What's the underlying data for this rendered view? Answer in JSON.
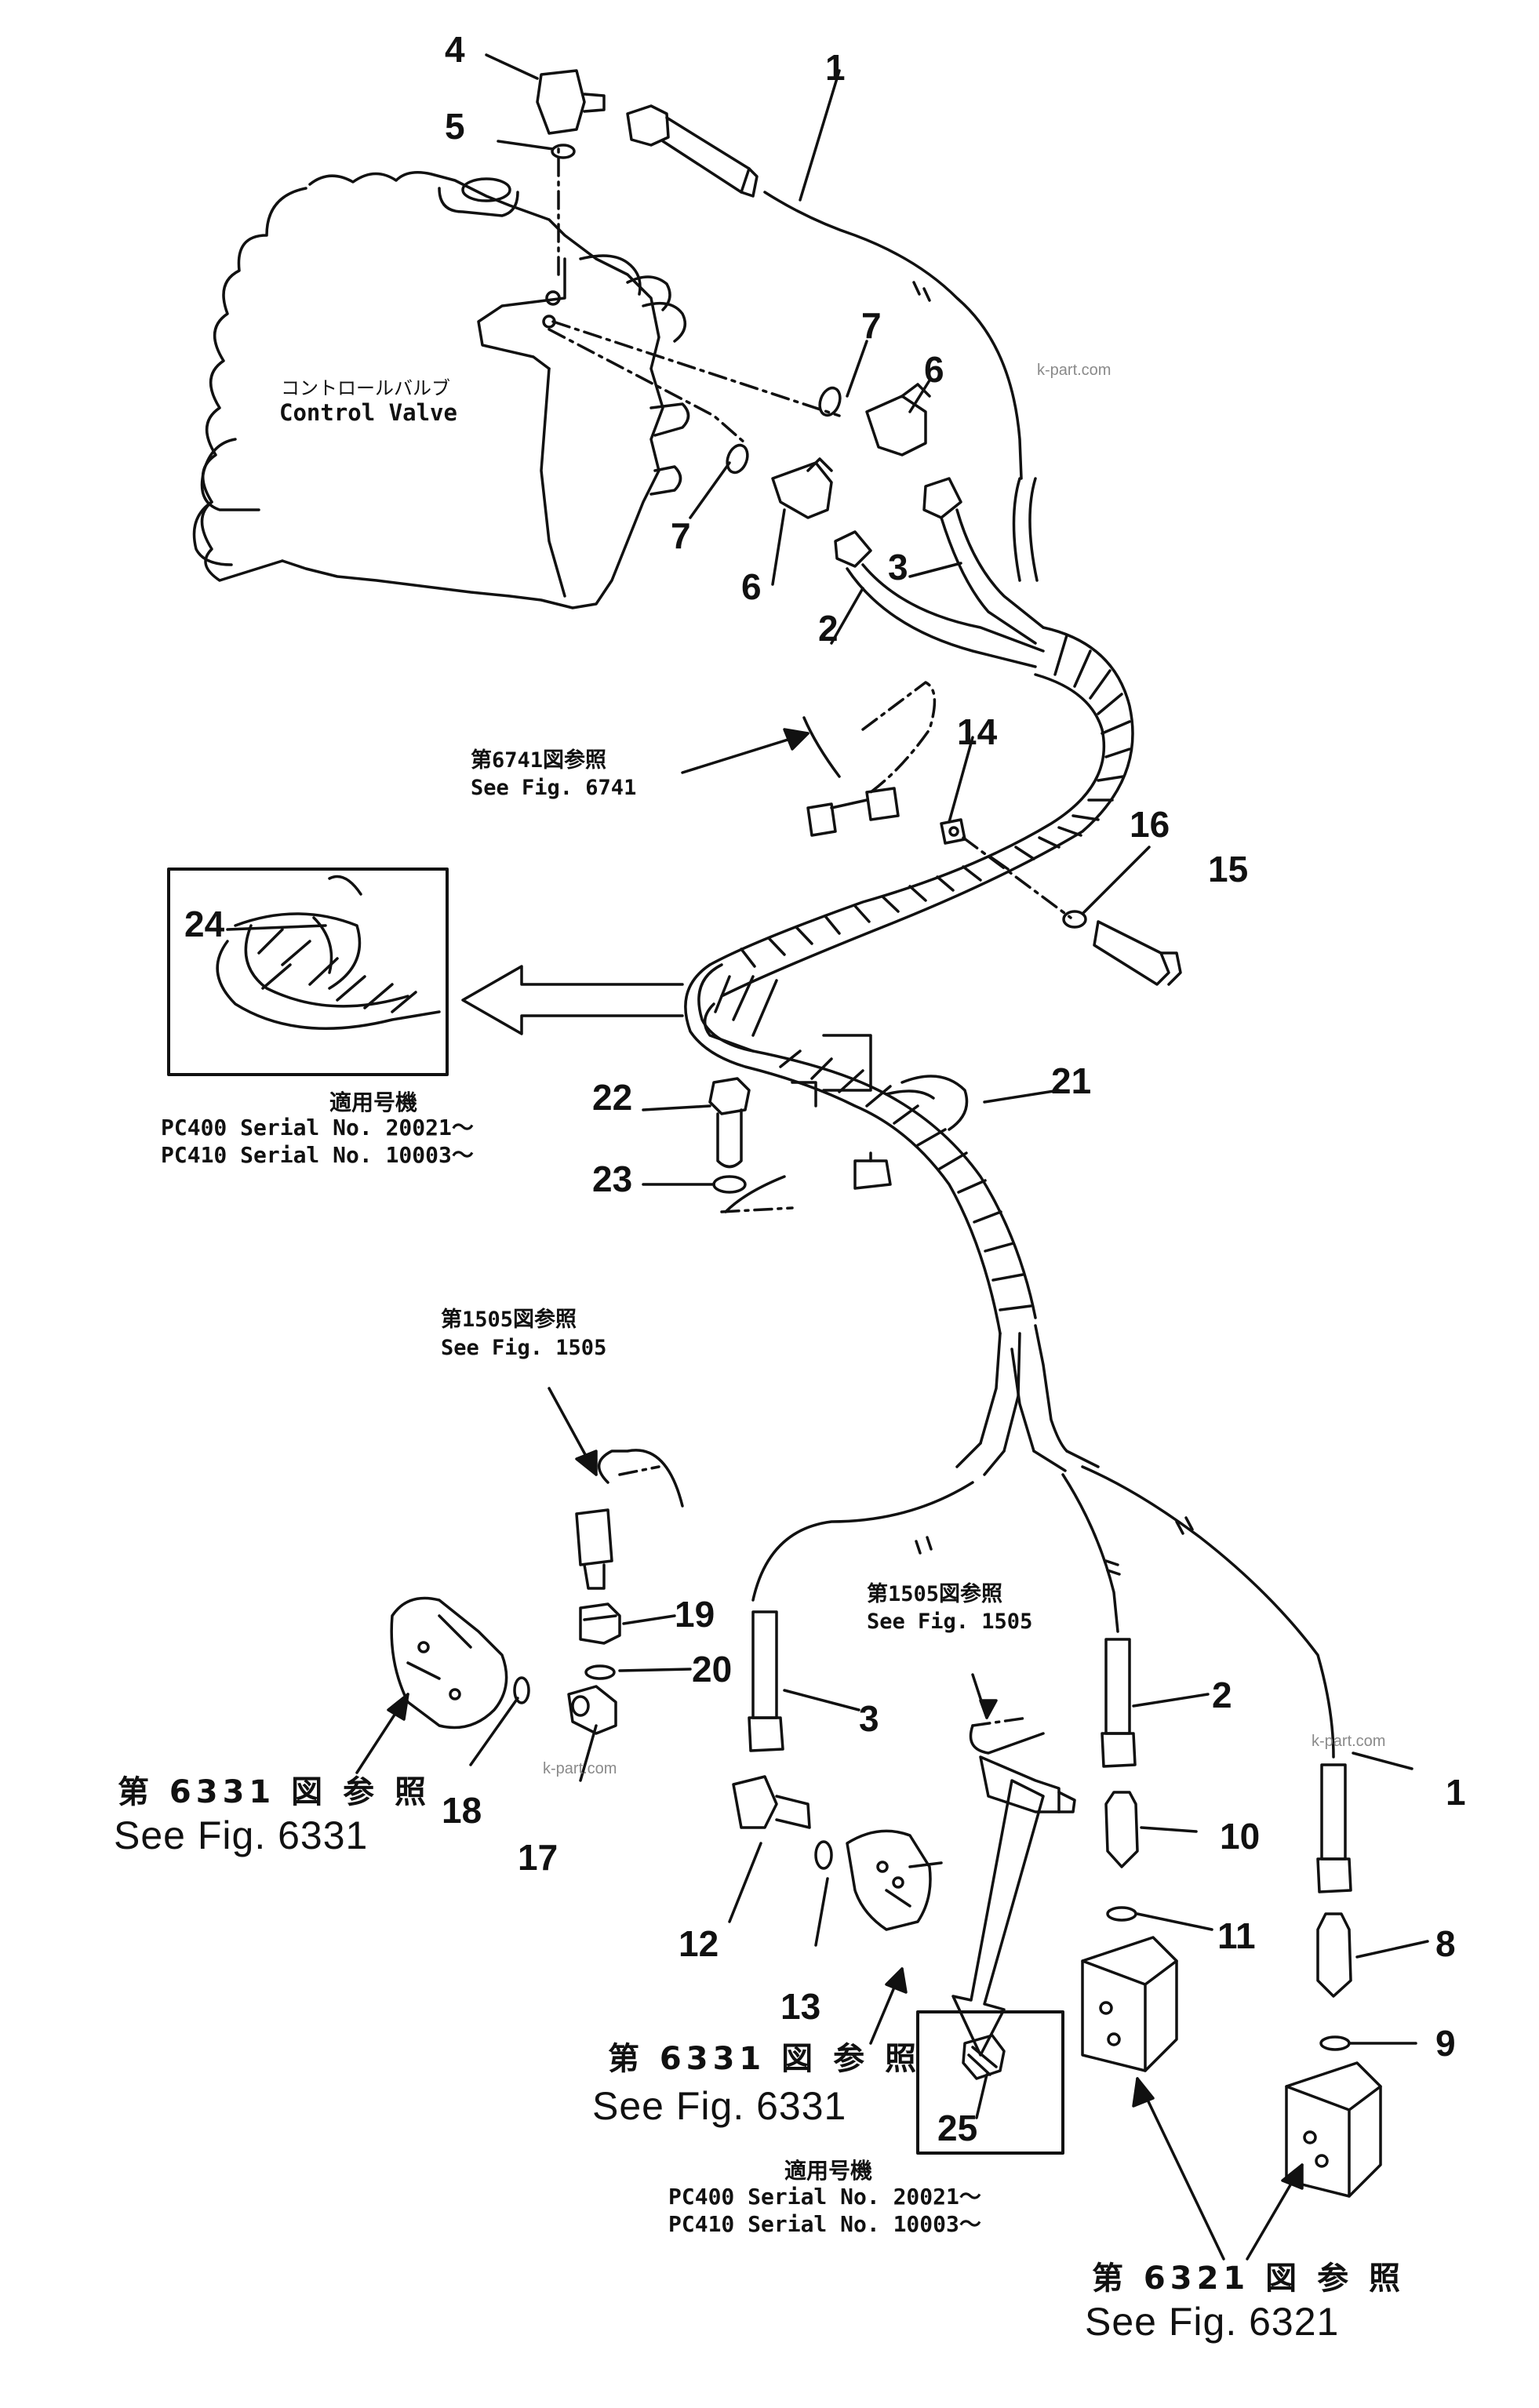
{
  "callouts": {
    "c1a": "1",
    "c2a": "2",
    "c3a": "3",
    "c4": "4",
    "c5": "5",
    "c6a": "6",
    "c6b": "6",
    "c7a": "7",
    "c7b": "7",
    "c14": "14",
    "c15": "15",
    "c16": "16",
    "c21": "21",
    "c22": "22",
    "c23": "23",
    "c24": "24",
    "c19": "19",
    "c20": "20",
    "c18": "18",
    "c17": "17",
    "c3b": "3",
    "c12": "12",
    "c13": "13",
    "c2b": "2",
    "c10": "10",
    "c11": "11",
    "c1b": "1",
    "c8": "8",
    "c9": "9",
    "c25": "25"
  },
  "control_valve": {
    "jp": "コントロールバルブ",
    "en": "Control  Valve"
  },
  "refs": {
    "fig6741": {
      "jp": "第6741図参照",
      "en": "See  Fig.  6741"
    },
    "fig1505_top": {
      "jp": "第1505図参照",
      "en": "See  Fig.  1505"
    },
    "fig1505_mid": {
      "jp": "第1505図参照",
      "en": "See  Fig.  1505"
    },
    "fig6331_left": {
      "jp": "第 6331 図 参 照",
      "en": "See Fig. 6331"
    },
    "fig6331_mid": {
      "jp": "第 6331 図 参 照",
      "en": "See Fig. 6331"
    },
    "fig6321": {
      "jp": "第 6321 図 参 照",
      "en": "See Fig. 6321"
    }
  },
  "serial_top": {
    "heading": "適用号機",
    "line1": "PC400  Serial  No.  20021～",
    "line2": "PC410  Serial  No.  10003～"
  },
  "serial_bottom": {
    "heading": "適用号機",
    "line1": "PC400  Serial  No.  20021～",
    "line2": "PC410  Serial  No.  10003～"
  },
  "watermarks": {
    "w1": "k-part.com",
    "w2": "k-part.com",
    "w3": "k-part.com"
  }
}
